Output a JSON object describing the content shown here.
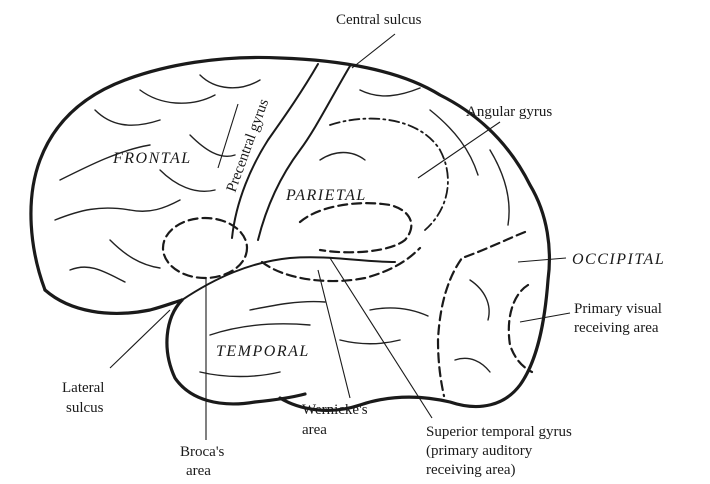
{
  "labels": {
    "central_sulcus": "Central sulcus",
    "angular_gyrus": "Angular gyrus",
    "precentral_gyrus": "Precentral gyrus",
    "frontal": "FRONTAL",
    "parietal": "PARIETAL",
    "occipital": "OCCIPITAL",
    "temporal": "TEMPORAL",
    "primary_visual_line1": "Primary visual",
    "primary_visual_line2": "receiving area",
    "lateral_sulcus_line1": "Lateral",
    "lateral_sulcus_line2": "sulcus",
    "wernickes_line1": "Wernicke's",
    "wernickes_line2": "area",
    "brocas_line1": "Broca's",
    "brocas_line2": "area",
    "superior_temporal_line1": "Superior temporal gyrus",
    "superior_temporal_line2": "(primary auditory",
    "superior_temporal_line3": "receiving area)"
  },
  "colors": {
    "ink": "#1a1a1a",
    "paper": "#ffffff"
  }
}
